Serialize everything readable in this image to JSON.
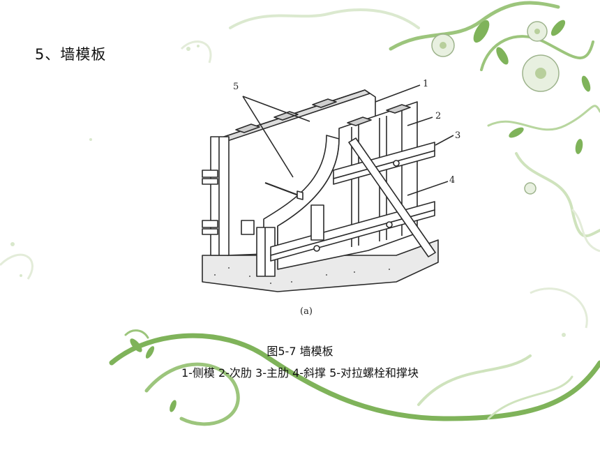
{
  "slide": {
    "title": "5、墙模板"
  },
  "diagram": {
    "callouts": [
      "1",
      "2",
      "3",
      "4",
      "5"
    ],
    "sub_label": "(a)"
  },
  "caption": {
    "title": "图5-7  墙模板",
    "legend": "1-侧模   2-次肋   3-主肋  4-斜撑 5-对拉螺栓和撑块"
  },
  "colors": {
    "vine_green": "#7fb35a",
    "light_green": "#cfe3bd",
    "line": "#2a2a2a"
  }
}
